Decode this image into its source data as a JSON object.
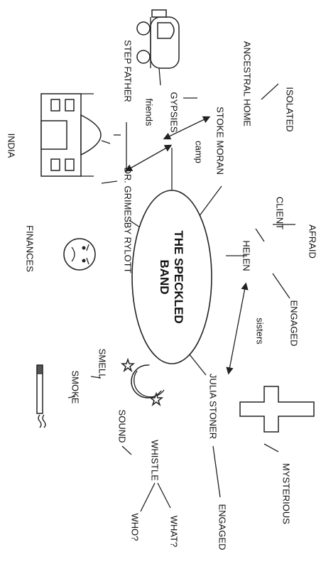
{
  "central": [
    "THE SPECKLED",
    "BAND"
  ],
  "labels": {
    "isolated": "ISOLATED",
    "ancestral_home": "ANCESTRAL HOME",
    "step_father": "STEP FATHER",
    "gypsies": "GYPSIES",
    "friends": "friends",
    "stoke_moran": "STOKE MORAN",
    "camp": "camp",
    "india": "INDIA",
    "dr_grimesby_rylott": "DR. GRIMESBY RYLOTT",
    "finances": "FINANCES",
    "afraid": "AFRAID",
    "client": "CLIENT",
    "helen": "HELEN",
    "engaged_helen": "ENGAGED",
    "sisters": "sisters",
    "julia_stoner": "JULIA STONER",
    "mysterious": "MYSTERIOUS",
    "engaged_julia": "ENGAGED",
    "smell": "SMELL",
    "smoke": "SMOKE",
    "sound": "SOUND",
    "whistle": "WHISTLE",
    "who": "WHO?",
    "what": "WHAT?"
  },
  "icons": [
    "gypsy-caravan-icon",
    "taj-mahal-icon",
    "sad-face-icon",
    "cross-icon",
    "moon-stars-icon",
    "cigarette-icon"
  ]
}
